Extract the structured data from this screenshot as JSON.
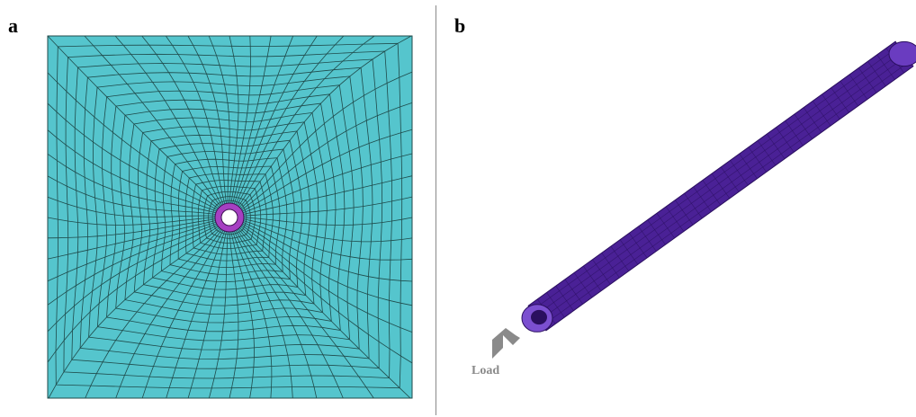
{
  "panels": {
    "a": {
      "label": "a"
    },
    "b": {
      "label": "b"
    }
  },
  "load_label": "Load",
  "colors": {
    "plate_fill": "#55c5cd",
    "mesh_line": "#1f4a4a",
    "ring_fill": "#a640c2",
    "rod_fill": "#4a2196",
    "rod_line": "#2a0f5f",
    "arrow": "#8a8a8a"
  },
  "icons": {
    "load_arrow": "arrow-down-left-icon"
  }
}
